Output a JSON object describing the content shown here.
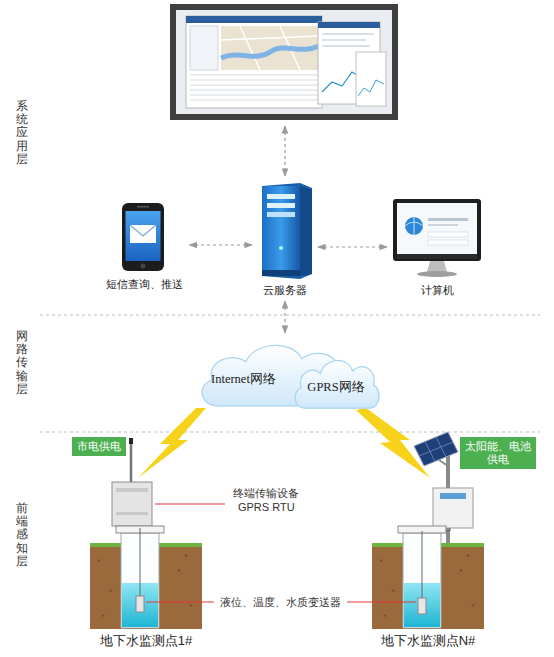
{
  "diagram": {
    "nodes": [
      {
        "text": [
          "短信查询、推送"
        ]
      },
      {
        "text": [
          "云服务器"
        ]
      },
      {
        "text": [
          "计算机"
        ]
      },
      {
        "text": [
          "Internet网络"
        ]
      },
      {
        "text": [
          "GPRS网络"
        ]
      },
      {
        "text": [
          "市电供电"
        ]
      },
      {
        "text": [
          "太阳能、电池供电"
        ]
      },
      {
        "text": [
          "地下水监测点1#"
        ]
      },
      {
        "text": [
          "地下水监测点N#"
        ]
      }
    ],
    "edges": [
      {
        "from": 1,
        "to": 0,
        "arrow": "both"
      },
      {
        "from": 1,
        "to": 2,
        "arrow": "both"
      },
      {
        "from": 1,
        "to": 3,
        "arrow": "both"
      }
    ],
    "labels": [
      "系统应用层",
      "网路传输层",
      "前端感知层",
      "终端传输设备 GPRS RTU",
      "液位、温度、水质变送器"
    ]
  }
}
